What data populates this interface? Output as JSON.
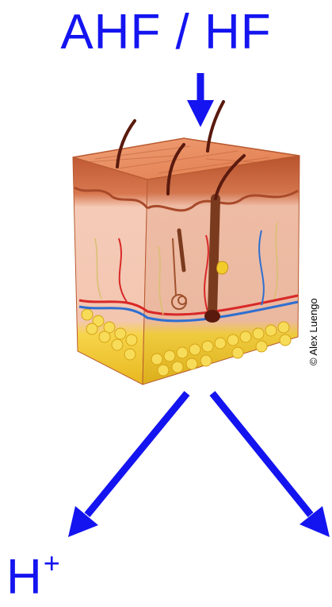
{
  "diagram": {
    "title": "AHF / HF",
    "credit": "© Alex Luengo",
    "products": {
      "left": {
        "base": "H",
        "charge": "+"
      }
    },
    "colors": {
      "text": "#1414f0",
      "arrow": "#1414f0",
      "skin_top": "#e88e62",
      "epidermis": "#c8633a",
      "dermis": "#f2c2b0",
      "fat": "#f2cc2a",
      "hair": "#5a1a0e",
      "artery": "#d82828",
      "vein": "#2f6fd0"
    },
    "icons": [
      "skin-cross-section-illustration",
      "down-arrow-icon",
      "diagonal-arrow-left-icon",
      "diagonal-arrow-right-icon"
    ]
  }
}
